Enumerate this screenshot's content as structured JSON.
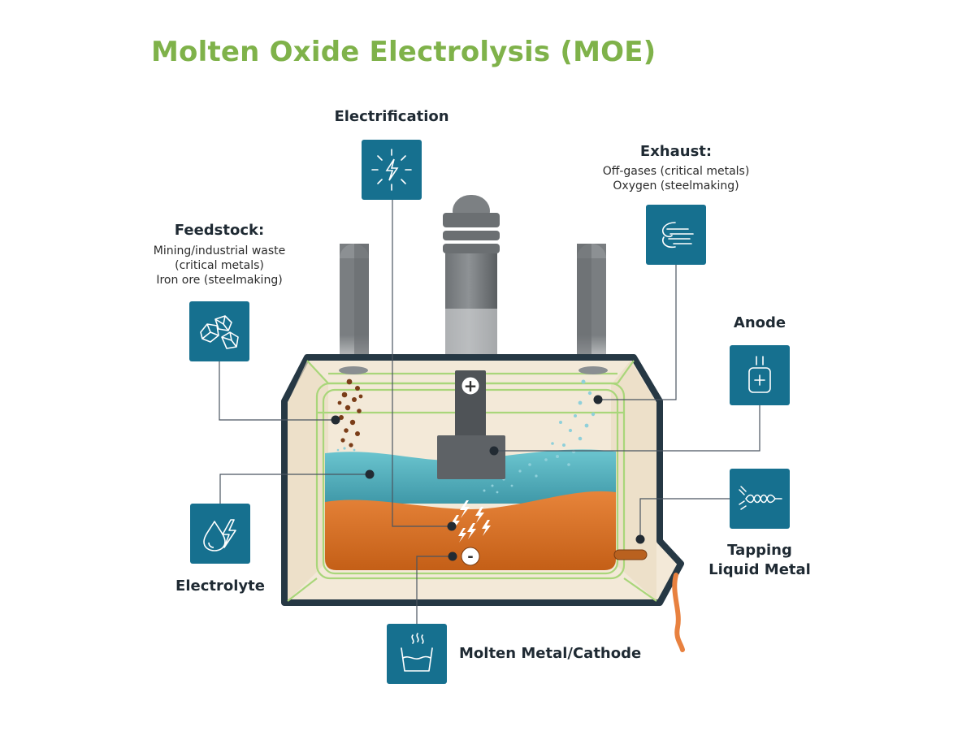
{
  "title": "Molten Oxide Electrolysis (MOE)",
  "labels": {
    "electrification": "Electrification",
    "exhaust": "Exhaust:",
    "exhaust_line1": "Off-gases (critical metals)",
    "exhaust_line2": "Oxygen (steelmaking)",
    "feedstock": "Feedstock:",
    "feedstock_line1": "Mining/industrial waste",
    "feedstock_line2": "(critical metals)",
    "feedstock_line3": "Iron ore (steelmaking)",
    "anode": "Anode",
    "electrolyte": "Electrolyte",
    "tapping_line1": "Tapping",
    "tapping_line2": "Liquid Metal",
    "cathode": "Molten Metal/Cathode"
  },
  "symbols": {
    "plus": "+",
    "minus": "-"
  },
  "icons": {
    "electrification": "lightning-burst-icon",
    "exhaust": "wind-gas-icon",
    "feedstock": "ore-rocks-icon",
    "anode": "anode-plus-icon",
    "electrolyte": "drop-bolt-icon",
    "tapping": "liquid-metal-flow-icon",
    "cathode": "molten-vessel-icon"
  },
  "colors": {
    "title": "#7fb24a",
    "tile": "#16708f",
    "vessel_fill": "#f1e6d3",
    "vessel_outline": "#283a45",
    "liner": "#a9d67a",
    "electrolyte": "#54b6c3",
    "molten_metal": "#d36b1e",
    "electrode": "#5e6266",
    "tap_stream": "#e8813f"
  }
}
